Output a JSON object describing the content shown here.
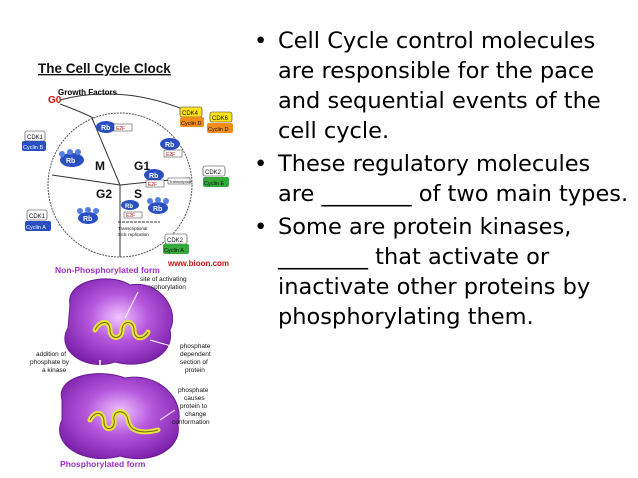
{
  "slide": {
    "bullets": [
      "Cell Cycle control molecules are responsible for the pace and sequential events of the cell cycle.",
      "These regulatory molecules are ________ of two main types.",
      "Some are protein kinases, ________ that activate or inactivate other proteins by phosphorylating them."
    ]
  },
  "clock": {
    "title": "The Cell Cycle Clock",
    "growth_factors": "Growth Factors",
    "g0": "G0",
    "m": "M",
    "g1": "G1",
    "g2": "G2",
    "s": "S",
    "rb": "Rb",
    "e2f": "E2F",
    "cdk1": "CDK1",
    "cyclin_b": "Cyclin B",
    "cdk4": "CDK4",
    "cdk6": "CDK6",
    "cyclin_d": "Cyclin D",
    "cdk2": "CDK2",
    "cyclin_e": "Cyclin E",
    "cyclin_a": "Cyclin A",
    "transcription": "Transcription",
    "transcript_note_1": "Transcriptional",
    "transcript_note_2": "S/dc replication",
    "website": "www.bioon.com"
  },
  "kinase": {
    "top_label": "Non-Phosphorylated form",
    "site_label_1": "site of activating",
    "site_label_2": "phosphorylation",
    "phosphate_dep_1": "phosphate",
    "phosphate_dep_2": "dependent",
    "phosphate_dep_3": "section of",
    "phosphate_dep_4": "protein",
    "addition_1": "addition of",
    "addition_2": "phosphate by",
    "addition_3": "a kinase",
    "causes_1": "phosphate",
    "causes_2": "causes",
    "causes_3": "protein to",
    "causes_4": "change",
    "causes_5": "conformation",
    "bottom_label": "Phosphorylated form"
  },
  "colors": {
    "purple": "#9b2fc9",
    "red_label": "#cc1111",
    "blue_blob": "#2a4fc0",
    "coil_yellow": "#e8e23a"
  }
}
